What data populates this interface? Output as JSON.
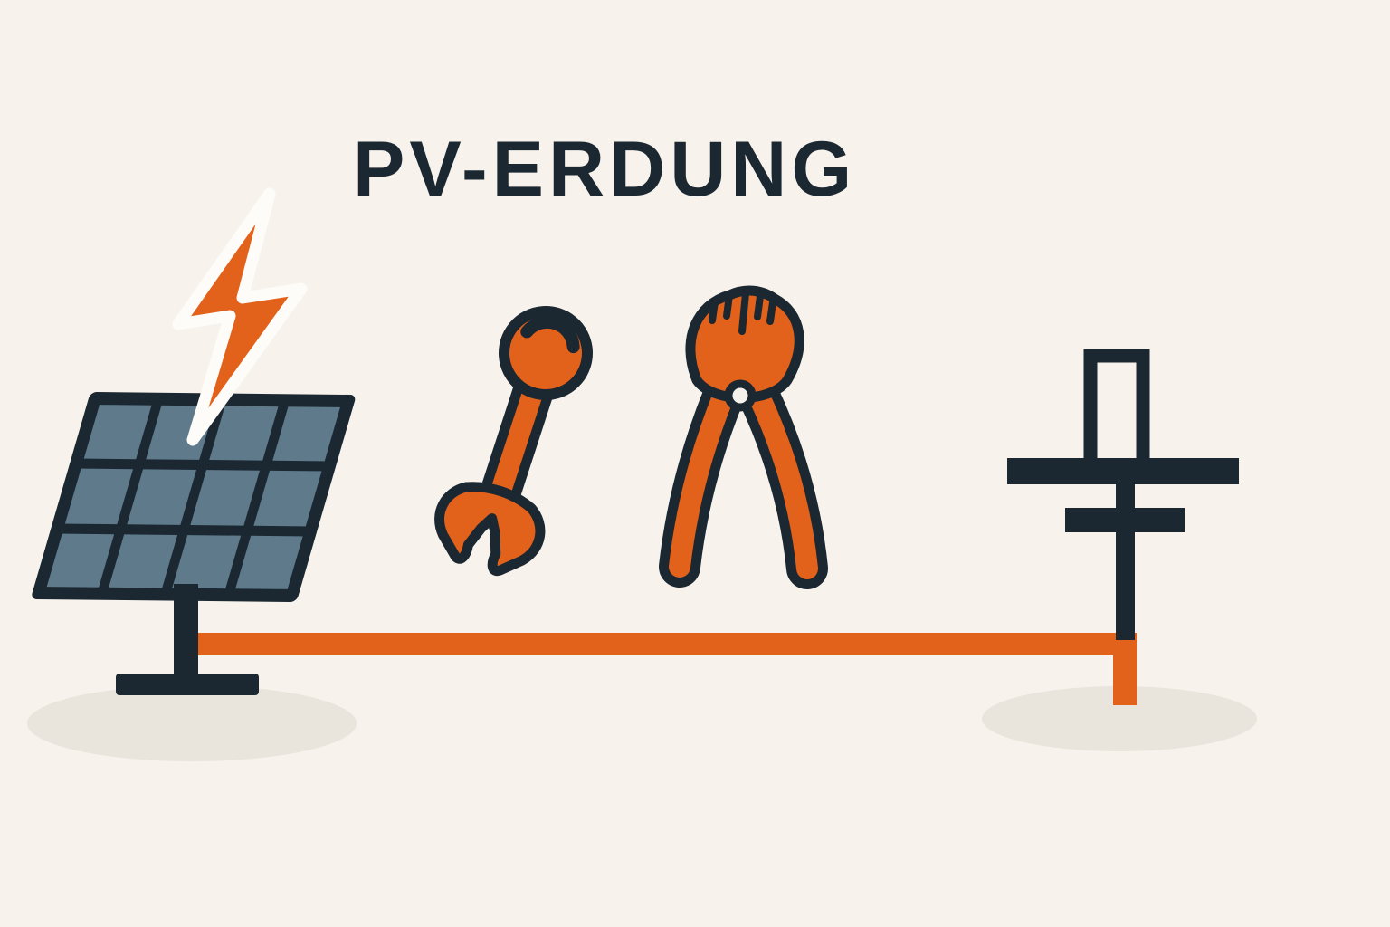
{
  "title": "PV-ERDUNG",
  "colors": {
    "background": "#f7f3ec",
    "ink": "#1b2731",
    "accent_orange": "#e2621c",
    "panel_cell": "#5e7a8b",
    "shadow": "#e9e4dc",
    "bolt_outline": "#fdfcf9"
  },
  "scene": {
    "items": [
      "lightning-bolt",
      "solar-panel",
      "wrench",
      "pliers",
      "grounding-cable",
      "ground-rod"
    ]
  }
}
